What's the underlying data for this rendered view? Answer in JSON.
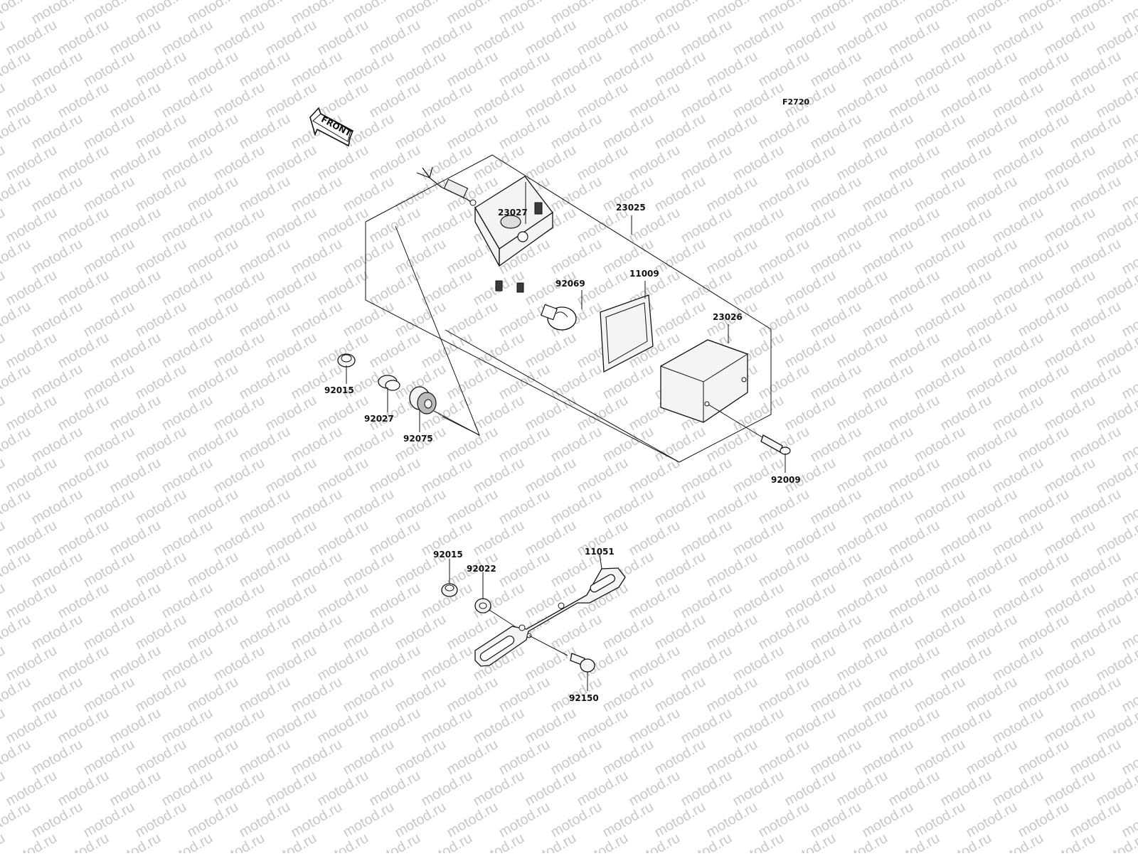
{
  "watermark": {
    "text": "motod.ru"
  },
  "diagram_code": "F2720",
  "front_arrow": {
    "label": "FRONT"
  },
  "parts": [
    {
      "id": "23025"
    },
    {
      "id": "23027"
    },
    {
      "id": "92069"
    },
    {
      "id": "11009"
    },
    {
      "id": "23026"
    },
    {
      "id": "92015"
    },
    {
      "id": "92027"
    },
    {
      "id": "92075"
    },
    {
      "id": "92009"
    },
    {
      "id": "92015"
    },
    {
      "id": "92022"
    },
    {
      "id": "11051"
    },
    {
      "id": "92150"
    }
  ]
}
